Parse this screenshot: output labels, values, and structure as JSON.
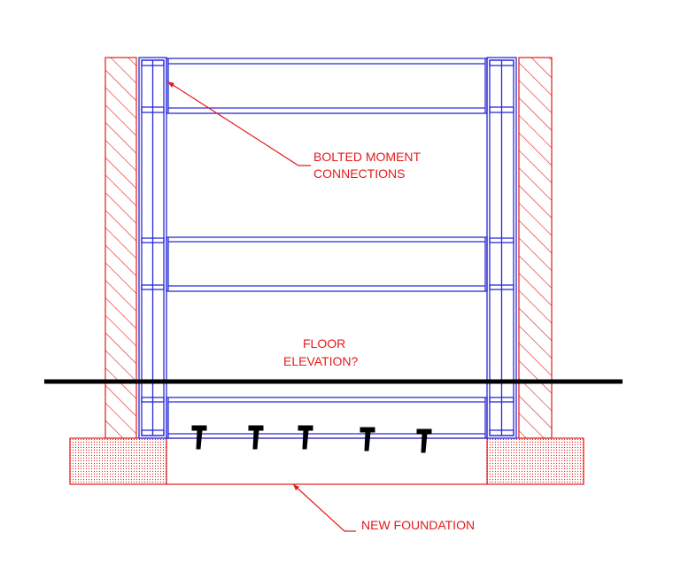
{
  "labels": {
    "moment_line1": "BOLTED MOMENT",
    "moment_line2": "CONNECTIONS",
    "floor_line1": "FLOOR",
    "floor_line2": "ELEVATION?",
    "foundation": "NEW FOUNDATION"
  },
  "colors": {
    "steel": "#2a2ad6",
    "annotation": "#e31a1a",
    "floor_line": "#000000",
    "anchor_bolts": "#000000"
  },
  "anchor_bolt_count": 5
}
